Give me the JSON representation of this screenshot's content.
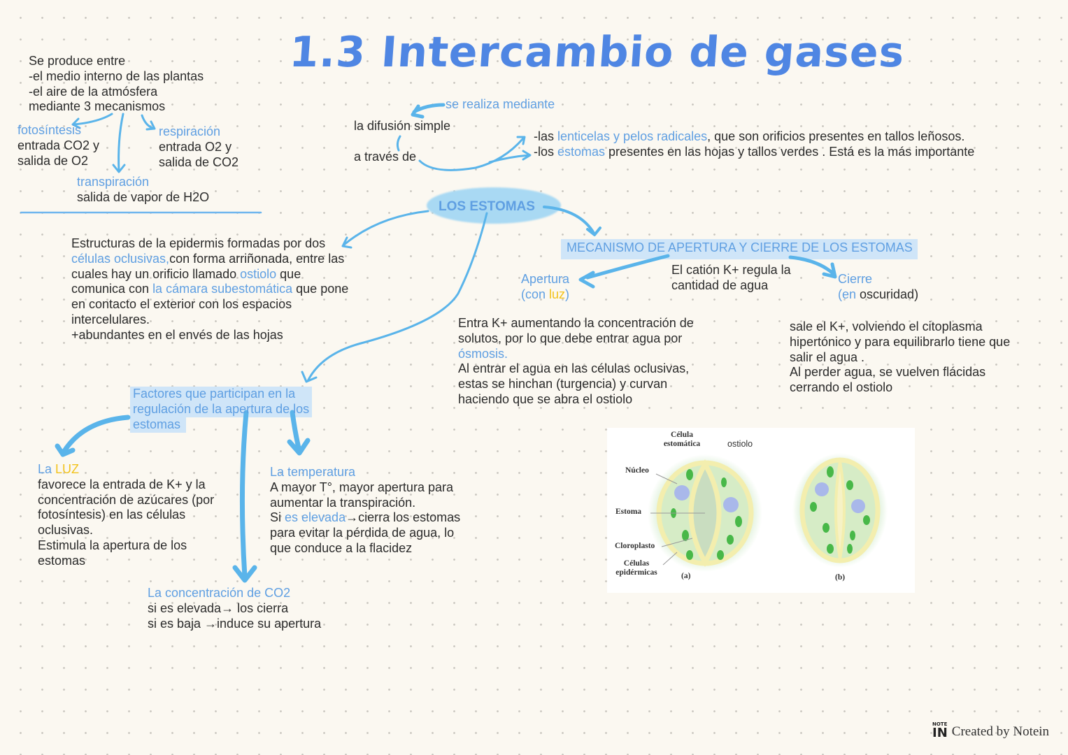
{
  "title": "1.3 Intercambio de gases",
  "colors": {
    "accent_blue": "#5f9fe2",
    "title_blue": "#4f86e3",
    "highlight": "#cfe5f8",
    "arrow": "#5ab4ea",
    "yellow": "#f2c21b"
  },
  "blocks": {
    "intro": [
      [
        {
          "t": "Se produce entre"
        }
      ],
      [
        {
          "t": "-el medio interno de las plantas"
        }
      ],
      [
        {
          "t": "-el aire de la atmósfera"
        }
      ],
      [
        {
          "t": "mediante 3 mecanismos"
        }
      ]
    ],
    "fotosintesis": [
      [
        {
          "t": "fotosíntesis",
          "c": "blue"
        }
      ],
      [
        {
          "t": "entrada CO2 y"
        }
      ],
      [
        {
          "t": "salida de O2"
        }
      ]
    ],
    "respiracion": [
      [
        {
          "t": "respiración",
          "c": "blue"
        }
      ],
      [
        {
          "t": "entrada O2 y"
        }
      ],
      [
        {
          "t": "salida de CO2"
        }
      ]
    ],
    "transpiracion": [
      [
        {
          "t": "transpiración",
          "c": "blue"
        }
      ],
      [
        {
          "t": "salida de vapor de H2O"
        }
      ]
    ],
    "se_realiza": [
      [
        {
          "t": "se realiza mediante",
          "c": "blue"
        }
      ]
    ],
    "difusion": [
      [
        {
          "t": "la difusión simple"
        }
      ]
    ],
    "a_traves": [
      [
        {
          "t": "a través de"
        }
      ]
    ],
    "vias": [
      [
        {
          "t": "-las "
        },
        {
          "t": "lenticelas y pelos radicales",
          "c": "blue"
        },
        {
          "t": ", que son orificios presentes en tallos leñosos."
        }
      ],
      [
        {
          "t": "-los "
        },
        {
          "t": "estomas",
          "c": "blue"
        },
        {
          "t": " presentes en las hojas y tallos verdes . Está es la más importante"
        }
      ]
    ],
    "los_estomas": [
      [
        {
          "t": "LOS ESTOMAS",
          "c": "blue"
        }
      ]
    ],
    "estructuras": [
      [
        {
          "t": "Estructuras de la epidermis formadas por dos"
        }
      ],
      [
        {
          "t": "células oclusivas,",
          "c": "blue"
        },
        {
          "t": "con forma arriñonada, entre las"
        }
      ],
      [
        {
          "t": "cuales hay un orificio llamado "
        },
        {
          "t": "ostiolo",
          "c": "blue"
        },
        {
          "t": " que"
        }
      ],
      [
        {
          "t": "comunica con "
        },
        {
          "t": "la cámara subestomática",
          "c": "blue"
        },
        {
          "t": " que pone"
        }
      ],
      [
        {
          "t": "en contacto el exterior con los espacios"
        }
      ],
      [
        {
          "t": "intercelulares."
        }
      ],
      [
        {
          "t": "+abundantes en el envés de las hojas"
        }
      ]
    ],
    "mecanismo": [
      [
        {
          "t": "MECANISMO DE APERTURA Y CIERRE DE LOS ESTOMAS",
          "c": "blue"
        }
      ]
    ],
    "apertura": [
      [
        {
          "t": "Apertura",
          "c": "blue"
        }
      ],
      [
        {
          "t": "(con ",
          "c": "blue"
        },
        {
          "t": "luz",
          "c": "yellow"
        },
        {
          "t": ")",
          "c": "blue"
        }
      ]
    ],
    "cation": [
      [
        {
          "t": "El catión K+ regula la"
        }
      ],
      [
        {
          "t": "cantidad de agua"
        }
      ]
    ],
    "cierre": [
      [
        {
          "t": "Cierre",
          "c": "blue"
        }
      ],
      [
        {
          "t": "(en",
          "c": "blue"
        },
        {
          "t": " oscuridad)"
        }
      ]
    ],
    "entra": [
      [
        {
          "t": "Entra K+ aumentando la concentración de"
        }
      ],
      [
        {
          "t": "solutos, por lo que debe entrar agua por"
        }
      ],
      [
        {
          "t": "ósmosis.",
          "c": "blue"
        }
      ],
      [
        {
          "t": "Al entrar el agua en las células oclusivas,"
        }
      ],
      [
        {
          "t": "estas se hinchan (turgencia) y curvan"
        }
      ],
      [
        {
          "t": "haciendo que se abra el ostiolo"
        }
      ]
    ],
    "sale": [
      [
        {
          "t": "sale el K+, volviendo el citoplasma"
        }
      ],
      [
        {
          "t": "hipertónico y para equilibrarlo tiene que"
        }
      ],
      [
        {
          "t": "salir el agua ."
        }
      ],
      [
        {
          "t": "Al perder agua, se vuelven flácidas"
        }
      ],
      [
        {
          "t": "cerrando el ostiolo"
        }
      ]
    ],
    "factores": [
      [
        {
          "t": "Factores que participan en la",
          "c": "blue"
        }
      ],
      [
        {
          "t": "regulación de la apertura de los",
          "c": "blue"
        }
      ],
      [
        {
          "t": "estomas",
          "c": "blue"
        }
      ]
    ],
    "luz": [
      [
        {
          "t": "La ",
          "c": "blue"
        },
        {
          "t": "LUZ",
          "c": "yellow"
        }
      ],
      [
        {
          "t": "favorece la entrada de K+ y la"
        }
      ],
      [
        {
          "t": "concentración de azúcares (por"
        }
      ],
      [
        {
          "t": "fotosíntesis) en las células"
        }
      ],
      [
        {
          "t": "oclusivas."
        }
      ],
      [
        {
          "t": "Estimula la apertura de los"
        }
      ],
      [
        {
          "t": "estomas"
        }
      ]
    ],
    "temperatura": [
      [
        {
          "t": "La temperatura",
          "c": "blue"
        }
      ],
      [
        {
          "t": "A mayor T°, mayor apertura para"
        }
      ],
      [
        {
          "t": "aumentar la transpiración."
        }
      ],
      [
        {
          "t": "Si "
        },
        {
          "t": "es elevada",
          "c": "blue"
        },
        {
          "t": "→cierra los estomas"
        }
      ],
      [
        {
          "t": "para evitar la pérdida de agua, lo"
        }
      ],
      [
        {
          "t": "que conduce a la flacidez"
        }
      ]
    ],
    "co2": [
      [
        {
          "t": "La concentración de CO2",
          "c": "blue"
        }
      ],
      [
        {
          "t": "si es elevada→ los cierra"
        }
      ],
      [
        {
          "t": "si es baja →induce su apertura"
        }
      ]
    ]
  },
  "diagram": {
    "labels": {
      "celula_estomatica": "Célula estomática",
      "ostiolo": "ostiolo",
      "nucleo": "Núcleo",
      "estoma": "Estoma",
      "cloroplasto": "Cloroplasto",
      "celulas_epidermicas": "Células epidérmicas",
      "a": "(a)",
      "b": "(b)"
    }
  },
  "footer": {
    "logo_mark": "IN",
    "logo_small": "NOTE",
    "credit": "Created by Notein"
  }
}
